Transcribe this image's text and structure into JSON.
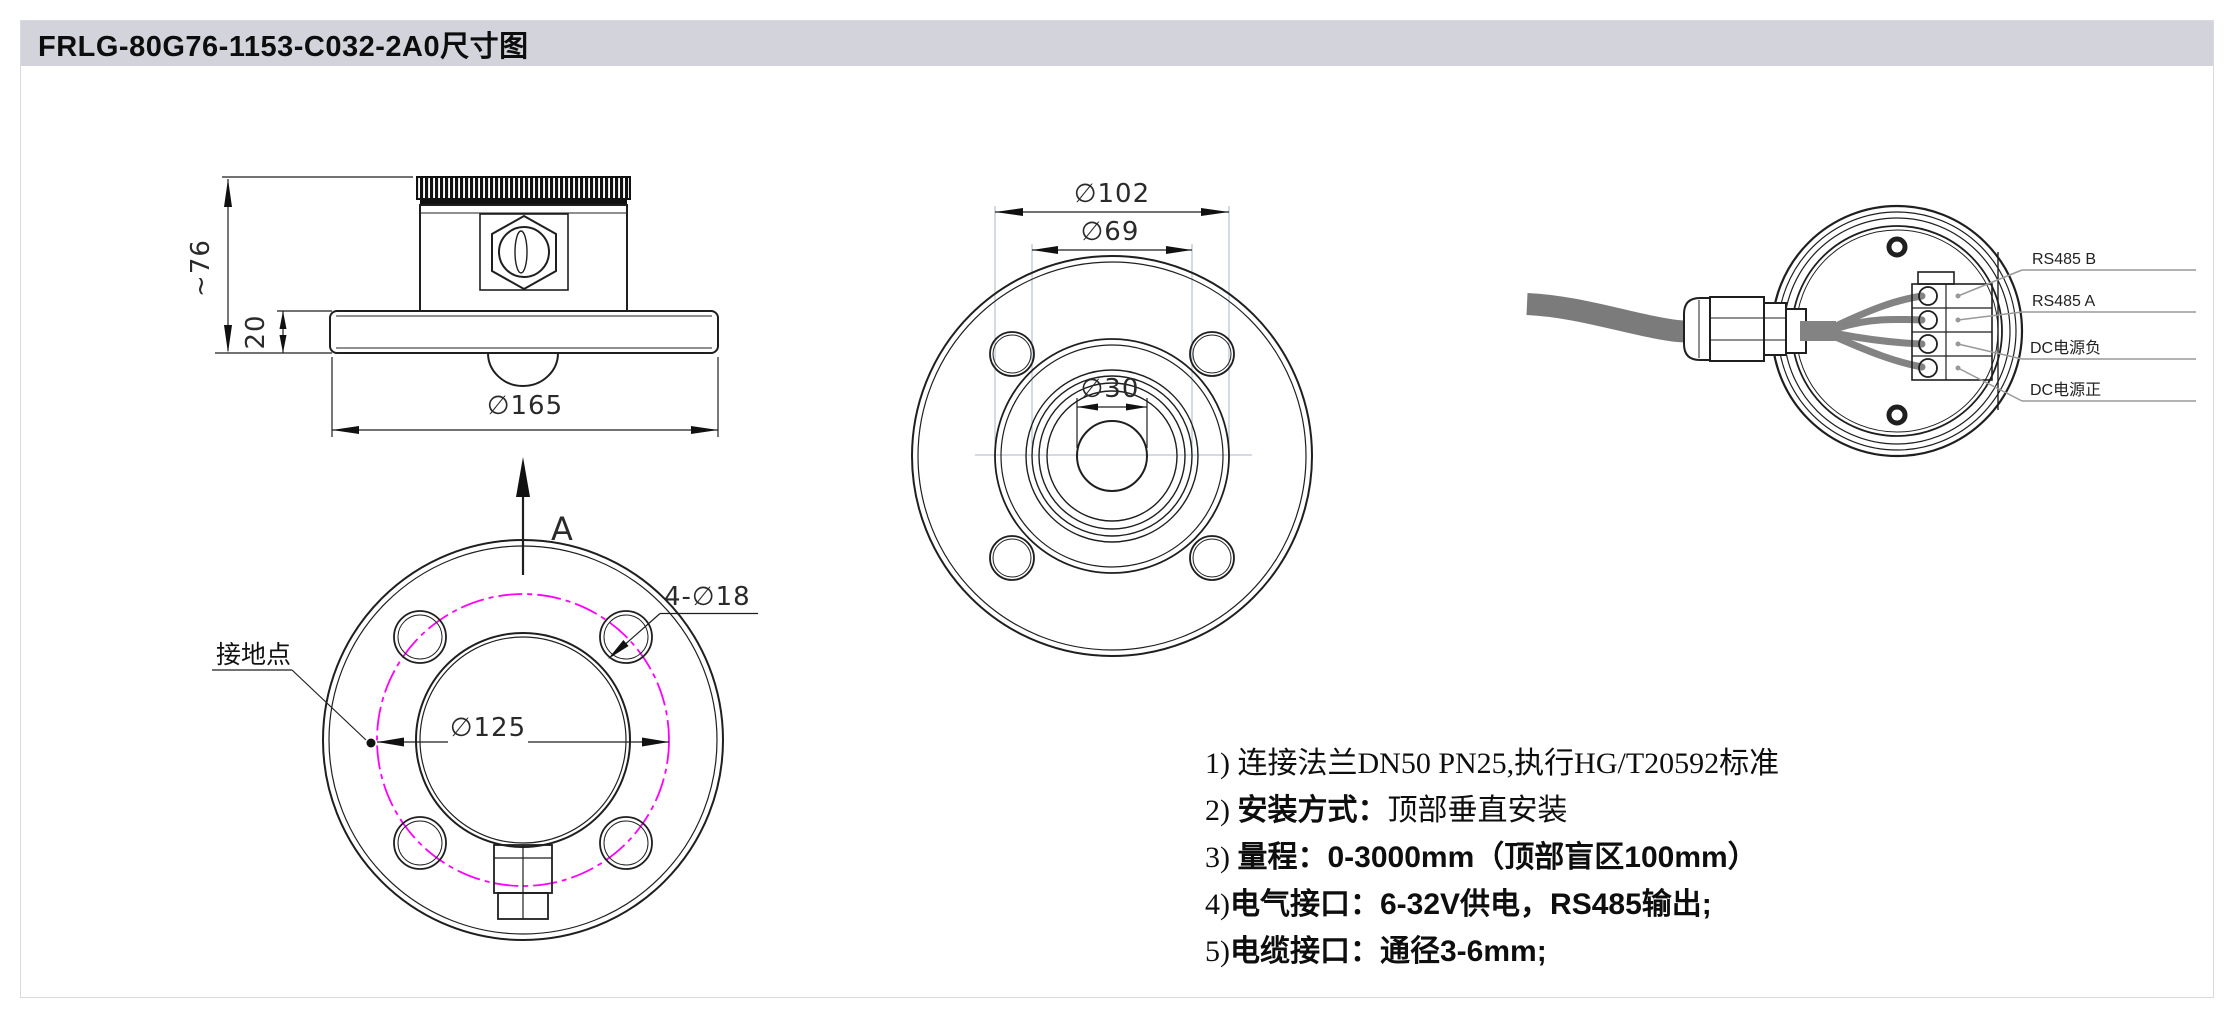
{
  "title": "FRLG-80G76-1153-C032-2A0尺寸图",
  "side_view": {
    "height_dim": "~76",
    "flange_thickness_dim": "20",
    "flange_diameter_dim": "∅165"
  },
  "top_view": {
    "outer_dim": "∅102",
    "mid_dim": "∅69",
    "center_dim": "∅30"
  },
  "bottom_view": {
    "bolt_holes_dim": "4-∅18",
    "bolt_circle_dim": "∅125",
    "grounding_label": "接地点",
    "section_label": "A"
  },
  "wiring": {
    "labels": [
      "RS485 B",
      "RS485 A",
      "DC电源负",
      "DC电源正"
    ]
  },
  "notes": [
    {
      "num": "1) ",
      "label": "",
      "value": "连接法兰DN50 PN25,执行HG/T20592标准"
    },
    {
      "num": "2) ",
      "label": "安装方式：",
      "value": "顶部垂直安装"
    },
    {
      "num": "3) ",
      "label": "量程：",
      "value": "0-3000mm（顶部盲区100mm）"
    },
    {
      "num": "4)",
      "label": "电气接口：",
      "value": "6-32V供电，RS485输出;"
    },
    {
      "num": "5)",
      "label": "电缆接口：",
      "value": "通径3-6mm;"
    }
  ],
  "colors": {
    "title_bar": "#d3d3dc",
    "bolt_circle_magenta": "#ff00ff",
    "extension_line_blue": "#a7b4c4",
    "cable_gray": "#7b7b7b"
  }
}
